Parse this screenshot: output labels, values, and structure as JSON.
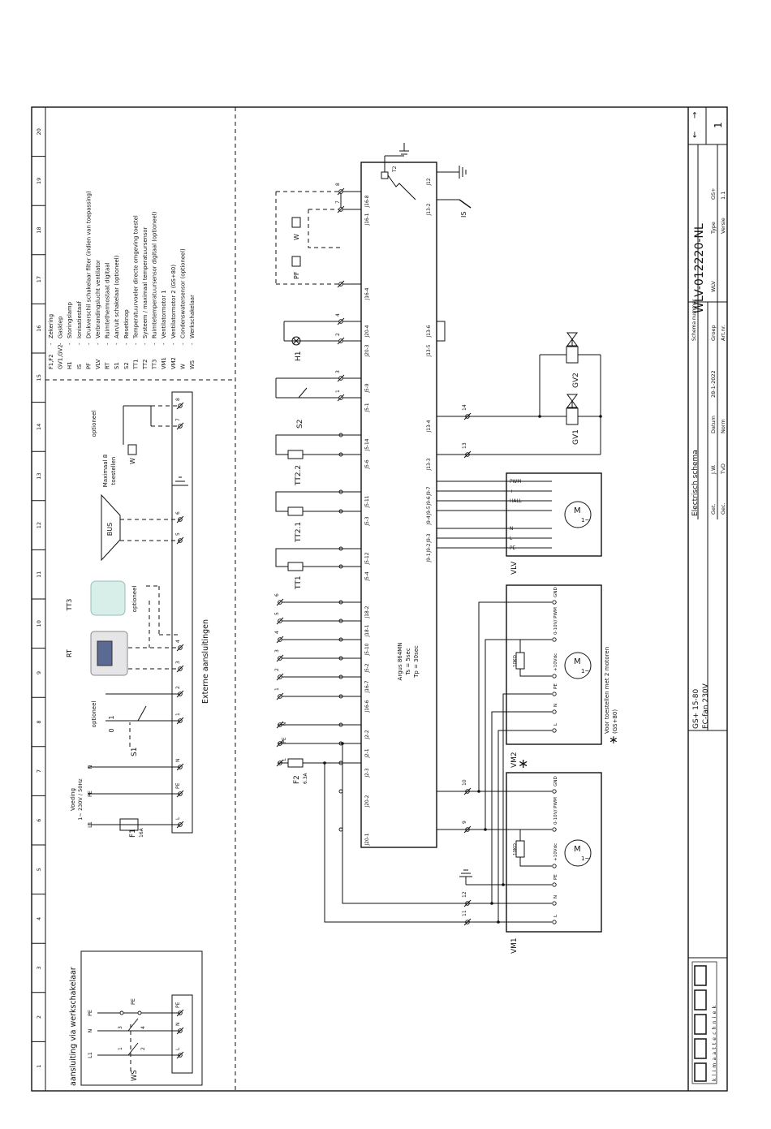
{
  "frame": {
    "grid_numbers": [
      "1",
      "2",
      "3",
      "4",
      "5",
      "6",
      "7",
      "8",
      "9",
      "10",
      "11",
      "12",
      "13",
      "14",
      "15",
      "16",
      "17",
      "18",
      "19",
      "20"
    ]
  },
  "legend": [
    {
      "code": "F1,F2",
      "desc": "Zekering"
    },
    {
      "code": "GV1,GV2",
      "desc": "Gasklep"
    },
    {
      "code": "H1",
      "desc": "Storingslamp"
    },
    {
      "code": "IS",
      "desc": "Ionisatiestaaf"
    },
    {
      "code": "PF",
      "desc": "Drukverschil schakelaar filter (indien van toepassing)"
    },
    {
      "code": "VLV",
      "desc": "Verbrandingslucht ventilator"
    },
    {
      "code": "RT",
      "desc": "Ruimtethermostaat digitaal"
    },
    {
      "code": "S1",
      "desc": "Aan/uit schakelaar (optioneel)"
    },
    {
      "code": "S2",
      "desc": "Resetknop"
    },
    {
      "code": "TT1",
      "desc": "Temperatuurvoeler directe omgeving toestel"
    },
    {
      "code": "TT2",
      "desc": "Systeem / maximaal temperatuursensor"
    },
    {
      "code": "TT3",
      "desc": "Ruimtetemperatuursensor digitaal (optioneel)"
    },
    {
      "code": "VM1",
      "desc": "Ventilatormotor 1"
    },
    {
      "code": "VM2",
      "desc": "Ventilatormotor 2 (GS+80)"
    },
    {
      "code": "W",
      "desc": "Condenswatersensor (optioneel)"
    },
    {
      "code": "WS",
      "desc": "Werkschakelaar"
    }
  ],
  "external": {
    "title": "Externe aansluitingen",
    "terminals": [
      "L",
      "PE",
      "N",
      "1",
      "2",
      "3",
      "4",
      "5",
      "6",
      "7",
      "8"
    ],
    "supply_label": "Voeding",
    "supply_spec": "1~ 230V / 50Hz",
    "supply_lines": [
      "L1",
      "PE",
      "N"
    ],
    "fuse_f1": "F1",
    "fuse_f1_rating": "16A",
    "switch_s1": "S1",
    "switch_states": [
      "0",
      "1"
    ],
    "optional": "optioneel",
    "rt": "RT",
    "tt3": "TT3",
    "bus": "BUS",
    "max_units": "Maximaal 8",
    "max_units2": "toestellen",
    "sensor_w": "W"
  },
  "werkschakelaar": {
    "title": "aansluiting via werkschakelaar",
    "lines": [
      "L1",
      "N",
      "PE"
    ],
    "contacts": [
      "1",
      "2",
      "3",
      "4"
    ],
    "pe": "PE",
    "switch": "WS",
    "terminals": [
      "L",
      "N",
      "PE"
    ]
  },
  "controller": {
    "name": "Argus 864MN",
    "ts": "Ts =  5sec",
    "tp": "Tp = 30sec",
    "pins_left": [
      "J16-8",
      "J16-1",
      "J16-4",
      "J20-4",
      "J20-3",
      "J5-9",
      "J5-1",
      "J5-14",
      "J5-6",
      "J5-11",
      "J5-3",
      "J5-12",
      "J5-4",
      "J18-2",
      "J18-1",
      "J5-10",
      "J5-2",
      "J16-7",
      "J16-6",
      "J2-2",
      "J2-1",
      "J2-3",
      "J20-2",
      "J20-1"
    ],
    "pins_right": [
      "J12",
      "J13-2",
      "J13-6",
      "J13-5",
      "J13-4",
      "J13-3",
      "J9-7",
      "J9-6",
      "J9-5",
      "J9-4",
      "J9-3",
      "J9-2",
      "J9-1"
    ],
    "t2": "T2",
    "is": "IS"
  },
  "components": {
    "h1": "H1",
    "pf": "PF",
    "w": "W",
    "s2": "S2",
    "tt22": "TT2.2",
    "tt21": "TT2.1",
    "tt1": "TT1",
    "f2": "F2",
    "f2_rating": "6.3A",
    "gv1": "GV1",
    "gv2": "GV2",
    "wire_numbers": [
      "1",
      "2",
      "3",
      "4",
      "5",
      "6",
      "7",
      "8",
      "9",
      "10",
      "11",
      "12",
      "13",
      "14"
    ],
    "side_pins": [
      "N",
      "PE",
      "L"
    ]
  },
  "vlv": {
    "name": "VLV",
    "pins": [
      "PWM",
      "+",
      "HALL",
      "-",
      "N",
      "L",
      "PE"
    ],
    "motor": "M",
    "motor_sub": "1~"
  },
  "vm2": {
    "name": "VM2",
    "pins": [
      "GND",
      "0-10V/ PWM",
      "+10Vdc",
      "PE",
      "N",
      "L"
    ],
    "resistor": "10KΩ",
    "motor": "M",
    "motor_sub": "1~",
    "note": "Voor toestellen met 2 motoren",
    "note2": "(GS+80)",
    "star": "∗"
  },
  "vm1": {
    "name": "VM1",
    "pins": [
      "GND",
      "0-10V/ PWM",
      "+10Vdc",
      "PE",
      "N",
      "L"
    ],
    "resistor": "10KΩ",
    "motor": "M",
    "motor_sub": "1~"
  },
  "title_block": {
    "product": "GS+ 15-80",
    "product2": "EC-fan 230V",
    "doc_title": "Electrisch schema",
    "gez": "Get.",
    "gez_val": "J.W.",
    "gec": "Gec.",
    "gec_val": "TvD",
    "datum": "Datum",
    "datum_val": "28-1-2022",
    "norm": "Norm",
    "schema_label": "Schema nummer",
    "schema_number": "WLV-012220-NL",
    "groep": "Groep",
    "groep_val": "WLV",
    "artnr": "Art.nr.",
    "type": "Type",
    "type_val": "GS+",
    "versie": "Versie",
    "versie_val": "1.1",
    "sheet": "1",
    "arrow_left": "←",
    "arrow_right": "→",
    "company": "klimaattechniek"
  }
}
